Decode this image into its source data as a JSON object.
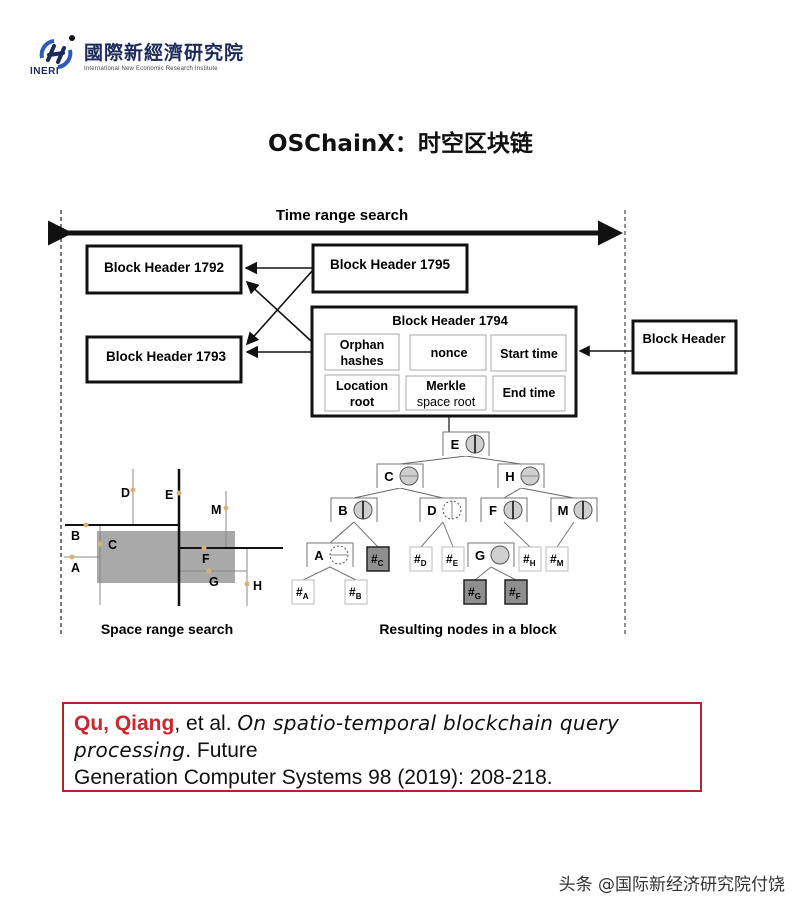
{
  "header": {
    "org_name_cn": "國際新經濟研究院",
    "org_name_en": "International New Economic Research Institute",
    "org_abbr": "INERI",
    "logo_icon": "ineri-logo-icon"
  },
  "title": "OSChainX：时空区块链",
  "diagram": {
    "time_range_label": "Time range search",
    "block_1792": "Block Header 1792",
    "block_1793": "Block Header 1793",
    "block_1795": "Block Header 1795",
    "block_1794": {
      "title": "Block Header 1794",
      "fields": [
        {
          "line1": "Orphan",
          "line2": "hashes"
        },
        {
          "line1": "nonce",
          "line2": ""
        },
        {
          "line1": "Start time",
          "line2": ""
        },
        {
          "line1": "Location",
          "line2": "root"
        },
        {
          "line1": "Merkle",
          "line2": "space root"
        },
        {
          "line1": "End time",
          "line2": ""
        }
      ]
    },
    "block_new": "Block Header",
    "space_range": {
      "caption": "Space range search",
      "points": [
        "A",
        "B",
        "C",
        "D",
        "E",
        "F",
        "G",
        "H",
        "M"
      ],
      "point_color": "#d9b07a",
      "region_color": "#a9a9a9"
    },
    "tree": {
      "caption": "Resulting nodes in a block",
      "nodes": [
        "E",
        "C",
        "H",
        "B",
        "D",
        "F",
        "M",
        "A",
        "G"
      ],
      "leaves": [
        {
          "label": "#",
          "sub": "A",
          "shaded": false
        },
        {
          "label": "#",
          "sub": "B",
          "shaded": false
        },
        {
          "label": "#",
          "sub": "C",
          "shaded": true
        },
        {
          "label": "#",
          "sub": "D",
          "shaded": false
        },
        {
          "label": "#",
          "sub": "E",
          "shaded": false
        },
        {
          "label": "#",
          "sub": "G",
          "shaded": true
        },
        {
          "label": "#",
          "sub": "F",
          "shaded": true
        },
        {
          "label": "#",
          "sub": "H",
          "shaded": false
        },
        {
          "label": "#",
          "sub": "M",
          "shaded": false
        }
      ]
    }
  },
  "citation": {
    "author": "Qu, Qiang",
    "etal": ", et al. ",
    "title_line": "On spatio-temporal blockchain query processing",
    "after_title": ". Future",
    "journal_line": "Generation Computer Systems 98 (2019): 208-218.",
    "border_color": "#b0262c",
    "author_color": "#c8282e"
  },
  "watermark": "头条 @国际新经济研究院付饶"
}
